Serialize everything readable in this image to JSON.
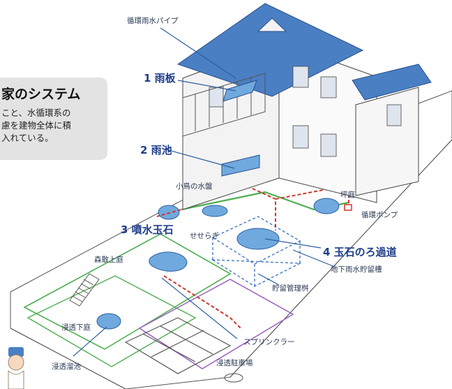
{
  "callout": {
    "title": "家のシステム",
    "line1": "こと、水循環系の",
    "line2": "慮を建物全体に積",
    "line3": "入れている。"
  },
  "labels": {
    "pipe": "循環雨水パイプ",
    "ameita": "1 雨板",
    "ameike": "2 雨池",
    "kotori": "小鳥の水盤",
    "tsuboniwa": "坪庭",
    "pump": "循環ポンプ",
    "funsui": "3 噴水玉石",
    "seseragi": "せせらぎ",
    "tamaishi": "4 玉石のろ過道",
    "sanpo": "森散上庭",
    "chika": "地下雨水貯留槽",
    "kanri": "貯留管理桝",
    "shinto_niwa": "浸透下庭",
    "sprinkler": "スプリンクラー",
    "chozouchi": "浸透溜池",
    "parking": "浸透駐車場"
  },
  "colors": {
    "roof": "#4a7fc4",
    "water": "#6fa9de",
    "accent": "#1f3f8a",
    "red_line": "#d0352b",
    "green_line": "#4caf50",
    "purple_line": "#9b5fc0",
    "blue_line": "#3a6fc0"
  }
}
